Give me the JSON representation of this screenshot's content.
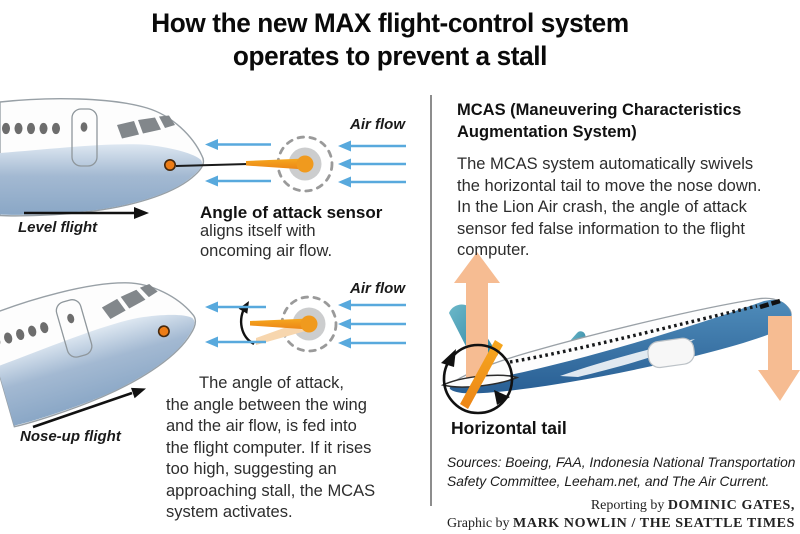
{
  "title": "How the new MAX flight-control system\noperates to prevent a stall",
  "left": {
    "top": {
      "air_flow": "Air flow",
      "sensor_heading": "Angle of attack sensor",
      "sensor_caption": "aligns itself with\noncoming air flow.",
      "flight_label": "Level flight"
    },
    "bottom": {
      "air_flow": "Air flow",
      "caption": "The angle of attack,\nthe angle between the wing\nand the air flow, is fed into\nthe flight computer. If it rises\ntoo high, suggesting an\napproaching stall, the MCAS\nsystem activates.",
      "flight_label": "Nose-up flight"
    }
  },
  "right": {
    "heading": "MCAS (Maneuvering Characteristics\nAugmentation System)",
    "body": "The MCAS system automatically swivels\nthe horizontal tail to move the nose down.\nIn the Lion Air crash, the angle of attack\nsensor fed false information to the flight\ncomputer.",
    "tail_label": "Horizontal tail",
    "sources": "Sources: Boeing, FAA, Indonesia National Transportation\nSafety Committee, Leeham.net, and The Air Current.",
    "credits": {
      "reporting_prefix": "Reporting by ",
      "reporting_name": "DOMINIC GATES,",
      "graphic_prefix": "Graphic by ",
      "graphic_name": "MARK NOWLIN / THE SEATTLE TIMES"
    }
  },
  "colors": {
    "accent_orange": "#f09a1e",
    "peach_arrow": "#f6bc92",
    "airflow_blue": "#58a9dd",
    "plane_belly_light": "#8fabc9",
    "plane_belly_dark": "#3579ad",
    "tail_teal": "#3b9cb5",
    "divider_gray": "#8d8d8d"
  }
}
